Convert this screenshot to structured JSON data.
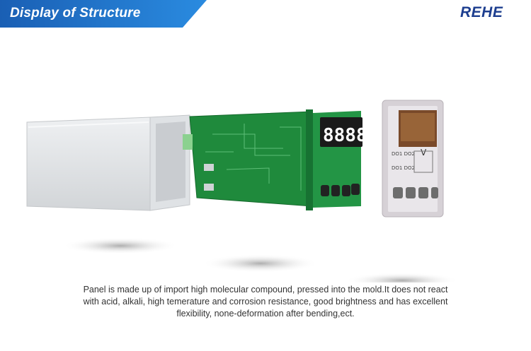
{
  "header": {
    "title": "Display of Structure",
    "logo": "REHE",
    "banner_color": "#1f6fc6"
  },
  "panel": {
    "label_lines": [
      "DO1 DO2",
      "DO1 DO2"
    ],
    "unit": "V"
  },
  "caption": {
    "line1": "Panel is made up of import high molecular compound, pressed into the mold.It does not react",
    "line2": "with acid, alkali, high temerature and corrosion resistance, good brightness and has excellent",
    "line3": "flexibility, none-deformation after bending,ect."
  },
  "icons": [
    "housing-image",
    "pcb-image",
    "front-panel-image"
  ]
}
